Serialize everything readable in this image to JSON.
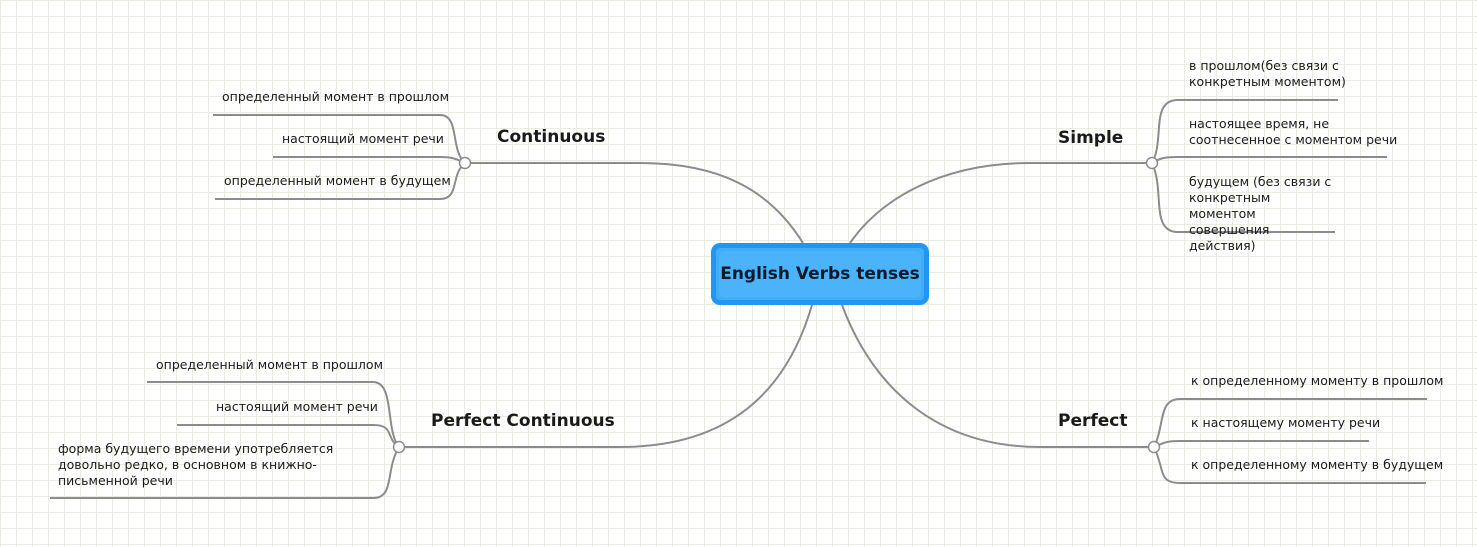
{
  "central": {
    "label": "English Verbs tenses",
    "color": "#2196f3"
  },
  "branches": {
    "continuous": {
      "label": "Continuous",
      "leaves": [
        "определенный момент в прошлом",
        "настоящий момент речи",
        "определенный момент в будущем"
      ]
    },
    "simple": {
      "label": "Simple",
      "leaves": [
        "в прошлом(без связи с конкретным моментом)",
        "настоящее время, не соотнесенное с моментом речи",
        "будущем (без связи с конкретным моментом совершения действия)"
      ]
    },
    "perfect_continuous": {
      "label": "Perfect Continuous",
      "leaves": [
        "определенный момент в прошлом",
        "настоящий момент речи",
        "форма будущего времени употребляется довольно редко, в основном в книжно-письменной речи"
      ]
    },
    "perfect": {
      "label": "Perfect",
      "leaves": [
        "к определенному моменту в прошлом",
        "к настоящему моменту речи",
        "к определенному моменту в будущем"
      ]
    }
  },
  "line_color": "#8c8c8c"
}
